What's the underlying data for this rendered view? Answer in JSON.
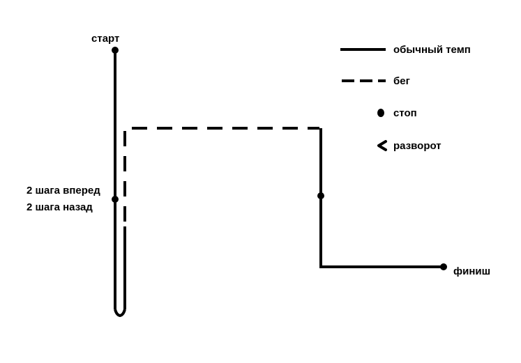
{
  "labels": {
    "start": "старт",
    "finish": "финиш",
    "steps_forward": "2 шага вперед",
    "steps_back": "2 шага назад"
  },
  "legend": {
    "normal_pace": "обычный темп",
    "run": "бег",
    "stop": "стоп",
    "turnaround": "разворот"
  },
  "colors": {
    "ink": "#000000",
    "background": "#ffffff"
  }
}
